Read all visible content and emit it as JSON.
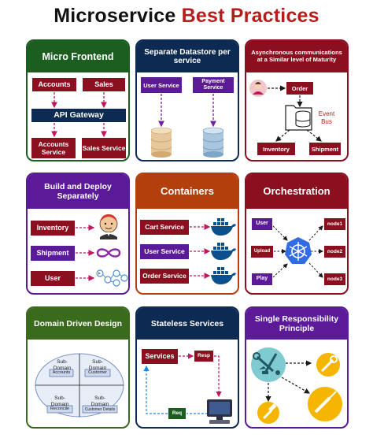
{
  "title": {
    "part1": "Microservice",
    "part2": "Best Practices"
  },
  "colors": {
    "green": "#1b5e20",
    "navy": "#0d2a52",
    "maroon": "#8b0f1f",
    "purple": "#5b1a97",
    "orange": "#b33f0c",
    "lightblue": "#4aa3e6",
    "olive": "#3a6b1d",
    "crimson": "#b71c1c"
  },
  "cards": {
    "micro_frontend": {
      "title": "Micro Frontend",
      "accounts": "Accounts",
      "sales": "Sales",
      "gateway": "API Gateway",
      "accounts_service": "Accounts Service",
      "sales_service": "Sales Service"
    },
    "separate_datastore": {
      "title": "Separate Datastore per service",
      "user_service": "User Service",
      "payment_service": "Payment Service"
    },
    "async": {
      "title": "Asynchronous communications at a Similar level of Maturity",
      "order": "Order",
      "event_bus": "Event Bus",
      "inventory": "Inventory",
      "shipment": "Shipment"
    },
    "build_deploy": {
      "title": "Build and Deploy Separately",
      "inventory": "Inventory",
      "shipment": "Shipment",
      "user": "User"
    },
    "containers": {
      "title": "Containers",
      "cart": "Cart Service",
      "user": "User Service",
      "order": "Order Service"
    },
    "orchestration": {
      "title": "Orchestration",
      "user": "User",
      "upload": "Upload",
      "play": "Play",
      "node1": "node1",
      "node2": "node2",
      "node3": "node3"
    },
    "ddd": {
      "title": "Domain Driven Design",
      "sd1": "Sub-Domain",
      "acc": "Accounts",
      "sd2": "Sub-Domain",
      "cust": "Customer",
      "sd3": "Sub-Domain",
      "rec": "Reconcile",
      "sd4": "Sub-Domain",
      "cdet": "Customer Details"
    },
    "stateless": {
      "title": "Stateless Services",
      "services": "Services",
      "resp": "Resp",
      "req": "Req"
    },
    "srp": {
      "title": "Single Responsibility Principle"
    }
  }
}
